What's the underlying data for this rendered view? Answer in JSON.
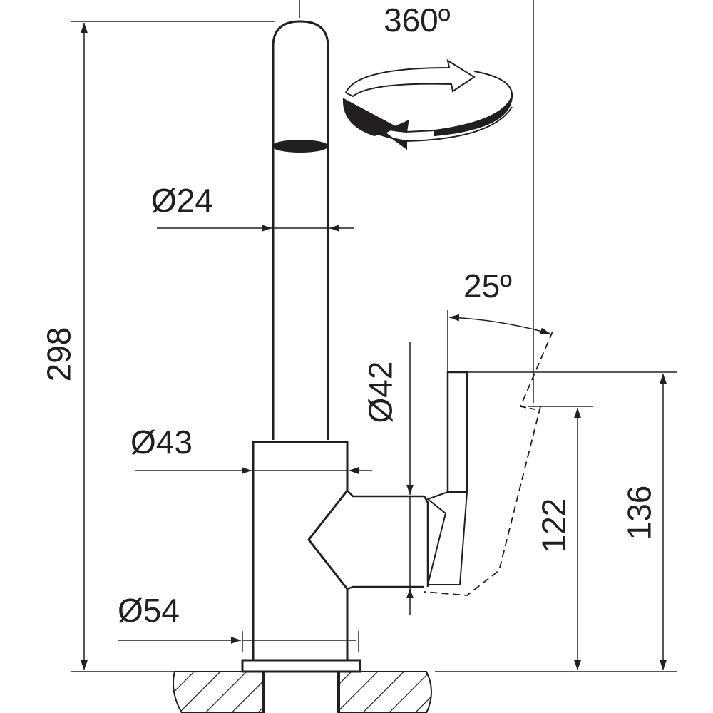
{
  "drawing": {
    "title": "Faucet dimension drawing",
    "dimensions": {
      "rotation": "360º",
      "spout_diameter": "Ø24",
      "total_height": "298",
      "lever_angle": "25º",
      "body_outlet_diameter": "Ø42",
      "body_diameter": "Ø43",
      "base_diameter": "Ø54",
      "outlet_height": "122",
      "lever_height": "136"
    },
    "colors": {
      "line": "#231f20",
      "background": "#ffffff"
    }
  }
}
